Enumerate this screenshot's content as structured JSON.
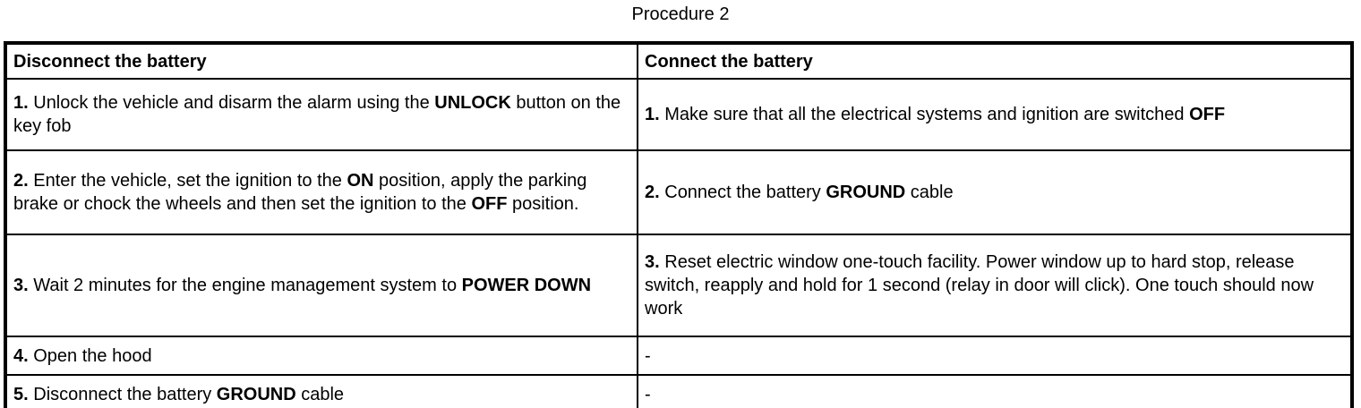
{
  "title": "Procedure 2",
  "table": {
    "headers": {
      "left": "Disconnect the battery",
      "right": "Connect the battery"
    },
    "rows": [
      {
        "left": [
          {
            "text": "1.",
            "bold": true
          },
          {
            "text": " Unlock the vehicle and disarm the alarm using the ",
            "bold": false
          },
          {
            "text": "UNLOCK",
            "bold": true
          },
          {
            "text": " button on the key fob",
            "bold": false
          }
        ],
        "right": [
          {
            "text": "1.",
            "bold": true
          },
          {
            "text": " Make sure that all the electrical systems and ignition are switched ",
            "bold": false
          },
          {
            "text": "OFF",
            "bold": true
          }
        ]
      },
      {
        "left": [
          {
            "text": "2.",
            "bold": true
          },
          {
            "text": " Enter the vehicle, set the ignition to the ",
            "bold": false
          },
          {
            "text": "ON",
            "bold": true
          },
          {
            "text": " position, apply the parking brake or chock the wheels and then set the ignition to the ",
            "bold": false
          },
          {
            "text": "OFF",
            "bold": true
          },
          {
            "text": " position.",
            "bold": false
          }
        ],
        "right": [
          {
            "text": "2.",
            "bold": true
          },
          {
            "text": " Connect the battery ",
            "bold": false
          },
          {
            "text": "GROUND",
            "bold": true
          },
          {
            "text": " cable",
            "bold": false
          }
        ]
      },
      {
        "left": [
          {
            "text": "3.",
            "bold": true
          },
          {
            "text": " Wait 2 minutes for the engine management system to ",
            "bold": false
          },
          {
            "text": "POWER DOWN",
            "bold": true
          }
        ],
        "right": [
          {
            "text": "3.",
            "bold": true
          },
          {
            "text": " Reset electric window one-touch facility. Power window up to hard stop, release switch, reapply and hold for 1 second (relay in door will click). One touch should now work",
            "bold": false
          }
        ]
      },
      {
        "left": [
          {
            "text": "4.",
            "bold": true
          },
          {
            "text": " Open the hood",
            "bold": false
          }
        ],
        "right": [
          {
            "text": "-",
            "bold": false
          }
        ]
      },
      {
        "left": [
          {
            "text": "5.",
            "bold": true
          },
          {
            "text": " Disconnect the battery ",
            "bold": false
          },
          {
            "text": "GROUND",
            "bold": true
          },
          {
            "text": " cable",
            "bold": false
          }
        ],
        "right": [
          {
            "text": "-",
            "bold": false
          }
        ]
      }
    ]
  }
}
